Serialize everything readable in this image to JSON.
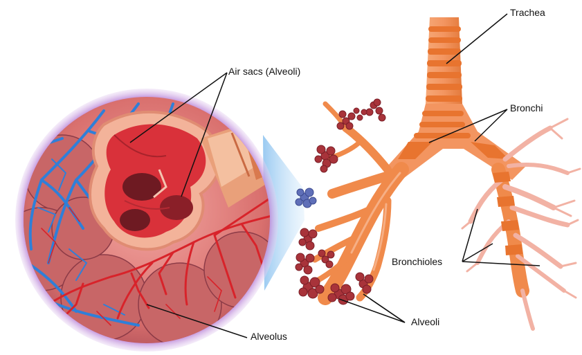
{
  "labels": {
    "trachea": "Trachea",
    "bronchi": "Bronchi",
    "bronchioles": "Bronchioles",
    "alveoli": "Alveoli",
    "air_sacs": "Air sacs (Alveoli)",
    "alveolus": "Alveolus"
  },
  "colors": {
    "airway_orange": "#f08a4b",
    "airway_light": "#f7b48c",
    "ring_dark": "#e5732e",
    "bronchiole_pink": "#f2b2a4",
    "alveoli_red": "#a8333a",
    "artery_red": "#d8232a",
    "vein_blue": "#2f7fd8",
    "halo_purple": "#b77fd6",
    "tissue_pink": "#e47b78"
  }
}
